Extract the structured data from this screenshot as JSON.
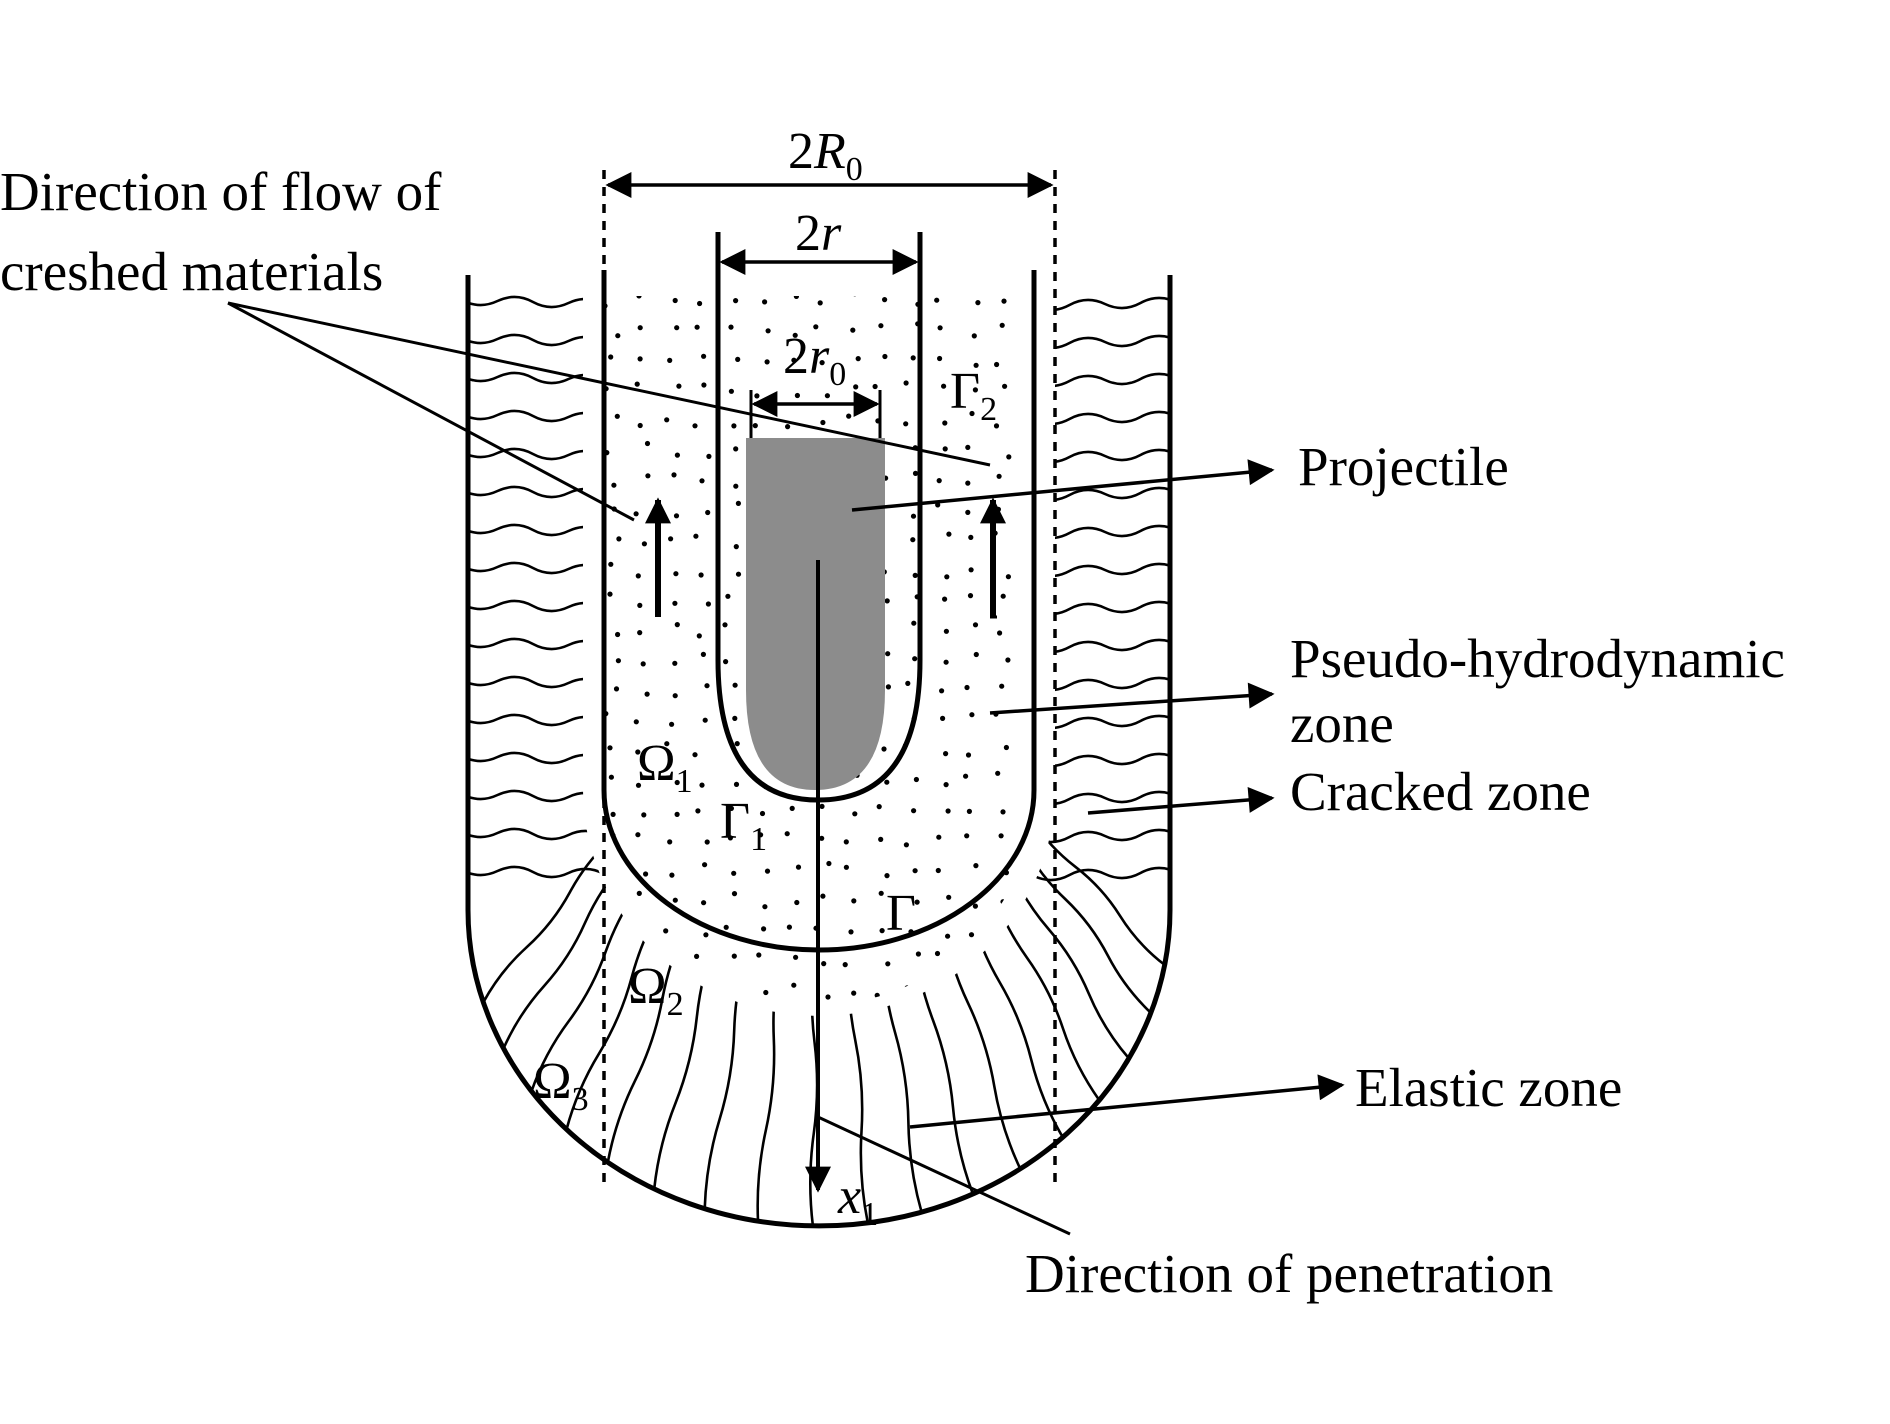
{
  "labels": {
    "flow_line1": "Direction of flow of",
    "flow_line2": "creshed materials",
    "projectile": "Projectile",
    "pseudo_line1": "Pseudo-hydrodynamic",
    "pseudo_line2": "zone",
    "cracked": "Cracked zone",
    "elastic": "Elastic zone",
    "penetration": "Direction of penetration"
  },
  "dimensions": {
    "big_coef": "2",
    "big_var": "R",
    "big_sub": "0",
    "mid_coef": "2",
    "mid_var": "r",
    "small_coef": "2",
    "small_var": "r",
    "small_sub": "0"
  },
  "symbols": {
    "omega1": "Ω",
    "omega1_sub": "1",
    "omega2": "Ω",
    "omega2_sub": "2",
    "omega3": "Ω",
    "omega3_sub": "3",
    "gamma": "Γ",
    "gamma1": "Γ",
    "gamma1_sub": "1",
    "gamma2": "Γ",
    "gamma2_sub": "2",
    "axis_var": "x",
    "axis_sub": "1"
  },
  "colors": {
    "ink": "#000000",
    "projectile": "#8c8c8c",
    "background": "#ffffff"
  }
}
